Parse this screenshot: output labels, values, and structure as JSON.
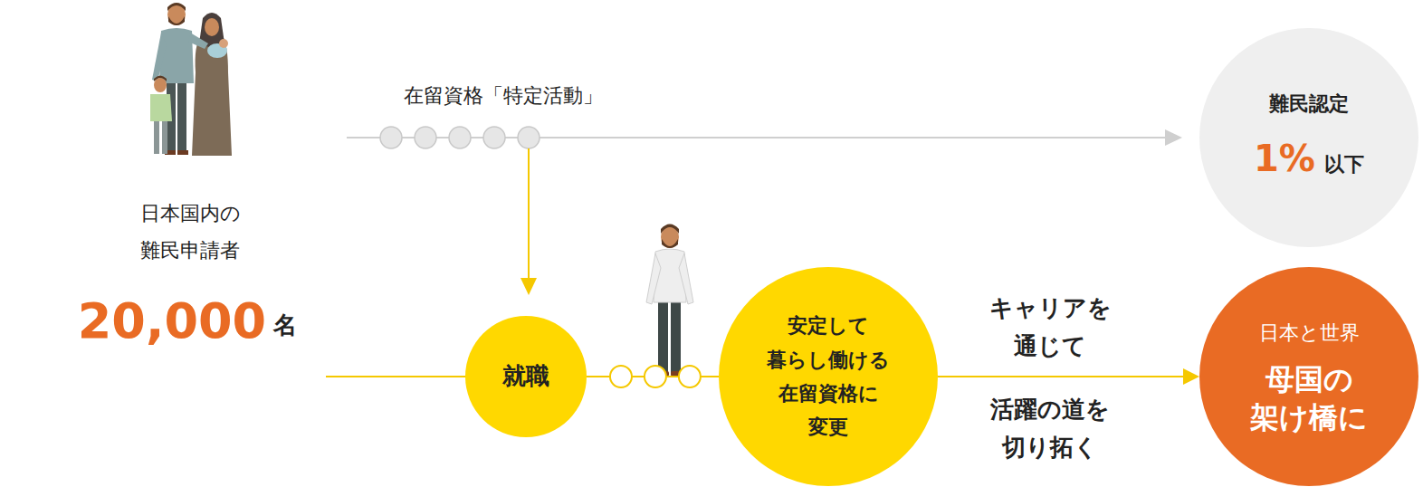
{
  "diagram": {
    "nodes": [
      {
        "text": [
          "難民認定",
          "1%",
          "以下"
        ]
      },
      {
        "text": [
          "就職"
        ]
      },
      {
        "text": [
          "安定して 暮らし働ける 在留資格に 変更"
        ]
      },
      {
        "text": [
          "日本と世界",
          "母国の 架け橋に"
        ]
      }
    ],
    "edges": [
      {
        "from": 1,
        "to": 2,
        "arrow": "none"
      },
      {
        "from": 2,
        "to": 3,
        "arrow": "to"
      }
    ],
    "labels": [
      "在留資格「特定活動」",
      "日本国内の 難民申請者",
      "20,000",
      "名",
      "キャリアを 通じて",
      "活躍の道を 切り拓く"
    ]
  }
}
